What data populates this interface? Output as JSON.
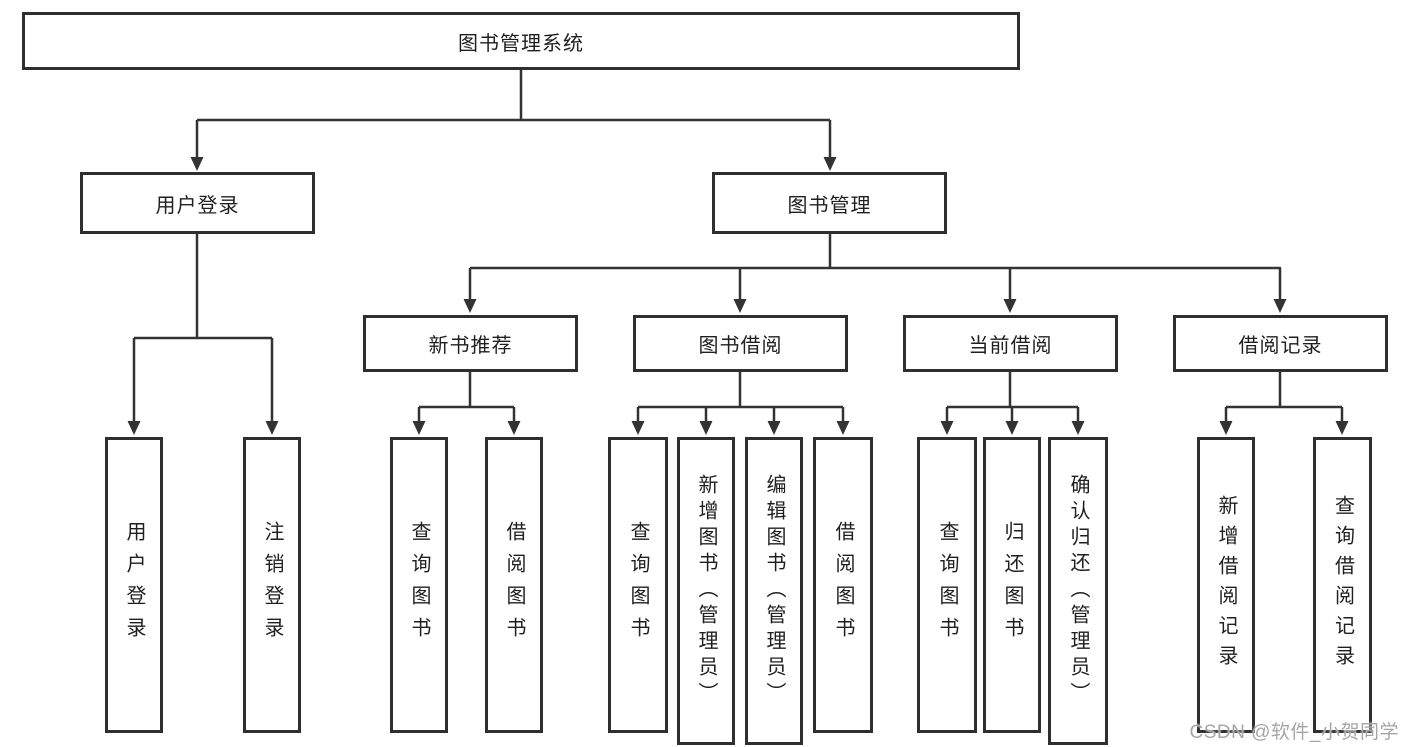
{
  "tree": {
    "root": {
      "label": "图书管理系统"
    },
    "branches": [
      {
        "label": "用户登录",
        "children": [
          {
            "label": "用户登录"
          },
          {
            "label": "注销登录"
          }
        ]
      },
      {
        "label": "图书管理",
        "groups": [
          {
            "label": "新书推荐",
            "children": [
              {
                "label": "查询图书"
              },
              {
                "label": "借阅图书"
              }
            ]
          },
          {
            "label": "图书借阅",
            "children": [
              {
                "label": "查询图书"
              },
              {
                "label": "新增图书（管理员）"
              },
              {
                "label": "编辑图书（管理员）"
              },
              {
                "label": "借阅图书"
              }
            ]
          },
          {
            "label": "当前借阅",
            "children": [
              {
                "label": "查询图书"
              },
              {
                "label": "归还图书"
              },
              {
                "label": "确认归还（管理员）"
              }
            ]
          },
          {
            "label": "借阅记录",
            "children": [
              {
                "label": "新增借阅记录"
              },
              {
                "label": "查询借阅记录"
              }
            ]
          }
        ]
      }
    ]
  },
  "watermark": {
    "text": "CSDN @软件_小贺同学"
  },
  "colors": {
    "line": "#333333",
    "box_border": "#2f2f2f",
    "text": "#1f1f1f",
    "watermark": "#a6a6a6",
    "background": "#ffffff"
  }
}
